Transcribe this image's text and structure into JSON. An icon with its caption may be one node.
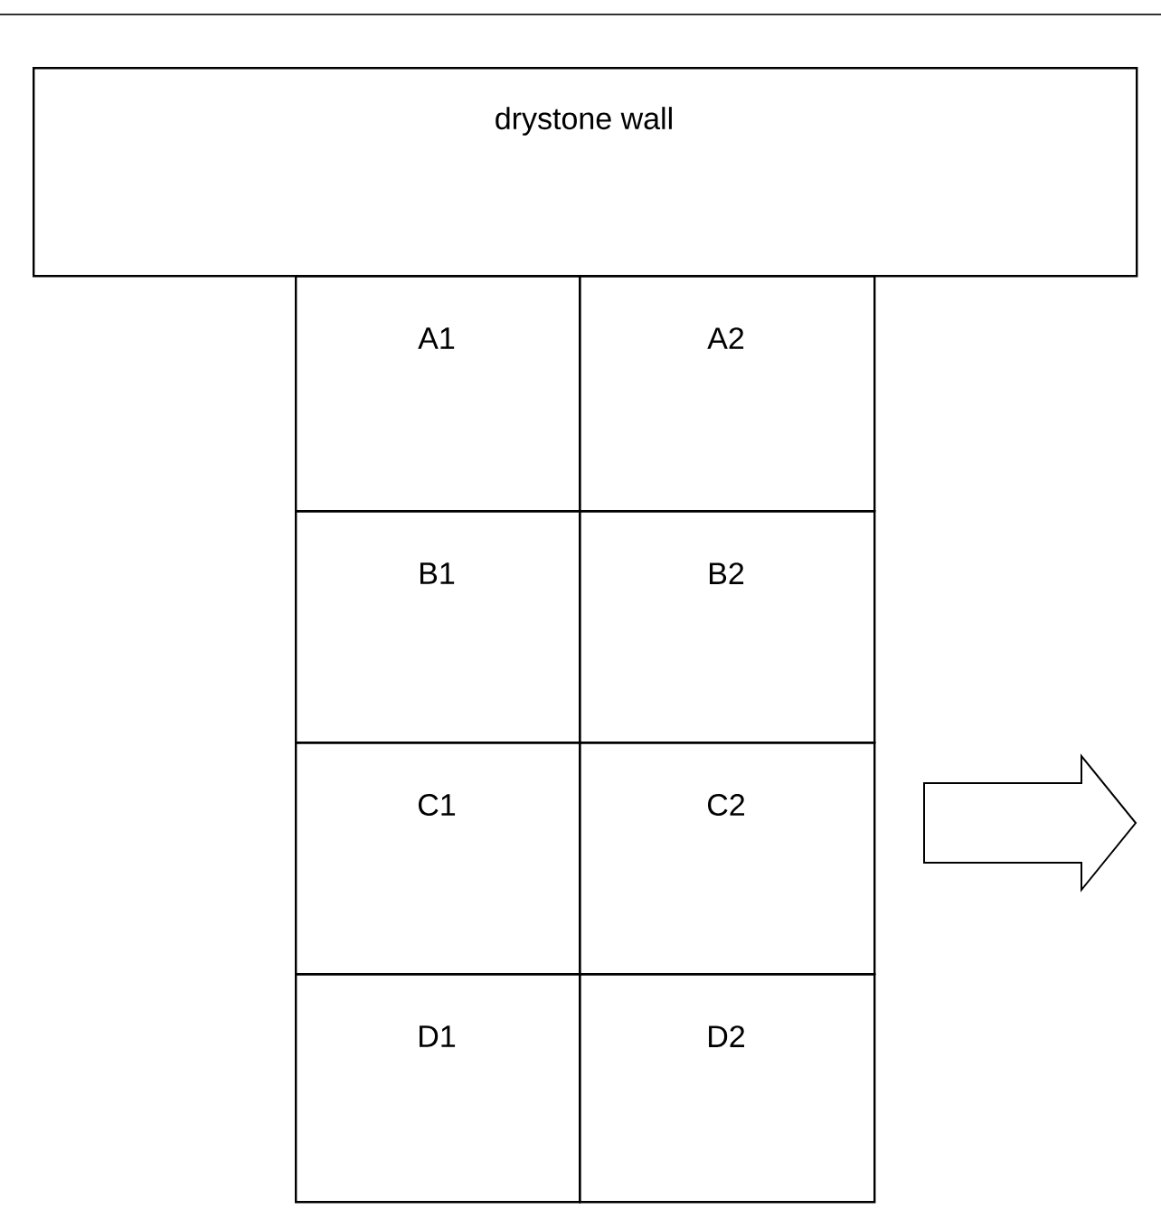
{
  "diagram": {
    "nodes": [
      {
        "text": [
          "drystone wall"
        ]
      },
      {
        "text": [
          "A1"
        ]
      },
      {
        "text": [
          "A2"
        ]
      },
      {
        "text": [
          "B1"
        ]
      },
      {
        "text": [
          "B2"
        ]
      },
      {
        "text": [
          "C1"
        ]
      },
      {
        "text": [
          "C2"
        ]
      },
      {
        "text": [
          "D1"
        ]
      },
      {
        "text": [
          "D2"
        ]
      }
    ]
  }
}
